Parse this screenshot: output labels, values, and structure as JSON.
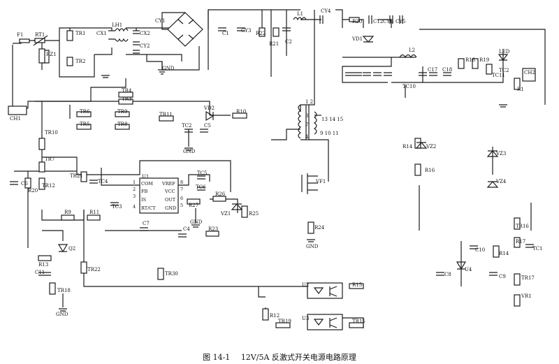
{
  "caption": {
    "figure_no": "图 14-1",
    "title": "12V/5A 反激式开关电源电路原理"
  },
  "labels": {
    "F1": "F1",
    "RT1": "RT1",
    "RZ1": "RZ1",
    "TR1": "TR1",
    "TR2": "TR2",
    "CX1": "CX1",
    "LH1": "LH1",
    "CX2": "CX2",
    "CY1": "CY1",
    "CY2": "CY2",
    "GND_bridge": "GND",
    "C1": "C1",
    "CY3": "CY3",
    "R22": "R22",
    "R21": "R21",
    "C2": "C2",
    "L1": "L1",
    "CY4": "CY4",
    "R20": "R20",
    "C12": "C12",
    "CY6": "CY6",
    "CY5": "CY5",
    "VD1_top": "VD1",
    "VD1": "VD1",
    "L2": "L2",
    "C17": "C17",
    "C18": "C18",
    "R18": "R18",
    "R19": "R19",
    "TC11": "TC11",
    "LED": "LED",
    "TC2_top": "TC2",
    "CH2": "CH2",
    "R1": "R1",
    "TC10": "TC10",
    "CH1": "CH1",
    "TR4": "TR4",
    "TR3": "TR3",
    "TR6": "TR6",
    "TR9": "TR9",
    "TR5": "TR5",
    "TR8": "TR8",
    "TR11": "TR11",
    "VD2": "VD2",
    "R10": "R10",
    "TC2": "TC2",
    "C5": "C5",
    "GND_tc2": "GND",
    "T1_pins_a": "1 2",
    "T1_pins_b": "3",
    "T1_pins_c": "13 14 15",
    "T1_pins_d": "7",
    "T1_pins_e": "4",
    "T1_pins_f": "9 10 11",
    "TR10": "TR10",
    "TR7": "TR7",
    "R14": "R14",
    "VZ2": "VZ2",
    "R16": "R16",
    "VZ3": "VZ3",
    "VZ4": "VZ4",
    "C6": "C6",
    "R20_left": "R20",
    "TR12": "TR12",
    "TR21": "TR21",
    "TC4": "TC4",
    "U1": "U1",
    "pin1": "1",
    "pin2": "2",
    "pin3": "3",
    "pin4": "4",
    "pin5": "5",
    "pin6": "6",
    "pin7": "7",
    "pin8": "8",
    "COM": "COM",
    "FB": "FB",
    "IS": "IS",
    "RTCT": "RT/CT",
    "VREF": "VREF",
    "VCC": "VCC",
    "OUT": "OUT",
    "GND_u1": "GND",
    "TC5": "TC5",
    "TC6": "TC6",
    "R26": "R26",
    "R27": "R27",
    "VF1": "VF1",
    "R9": "R9",
    "R11": "R11",
    "TC3": "TC3",
    "VZ1": "VZ1",
    "R25": "R25",
    "GND_u1b": "GND",
    "C7": "C7",
    "C4": "C4",
    "R23": "R23",
    "R24": "R24",
    "GND_r24": "GND",
    "Q2": "Q2",
    "R13": "R13",
    "C11": "C11",
    "TR18": "TR18",
    "GND_q2": "GND",
    "TR22": "TR22",
    "TR30": "TR30",
    "C10": "C10",
    "U4": "U4",
    "R14_right": "R14",
    "C9": "C9",
    "C8": "C8",
    "TR16": "TR16",
    "R17": "R17",
    "TC1": "TC1",
    "TR17": "TR17",
    "VR1": "VR1",
    "U2": "U2",
    "R15": "R15",
    "R12": "R12",
    "TR19": "TR19",
    "U3": "U3",
    "TR15": "TR15"
  }
}
